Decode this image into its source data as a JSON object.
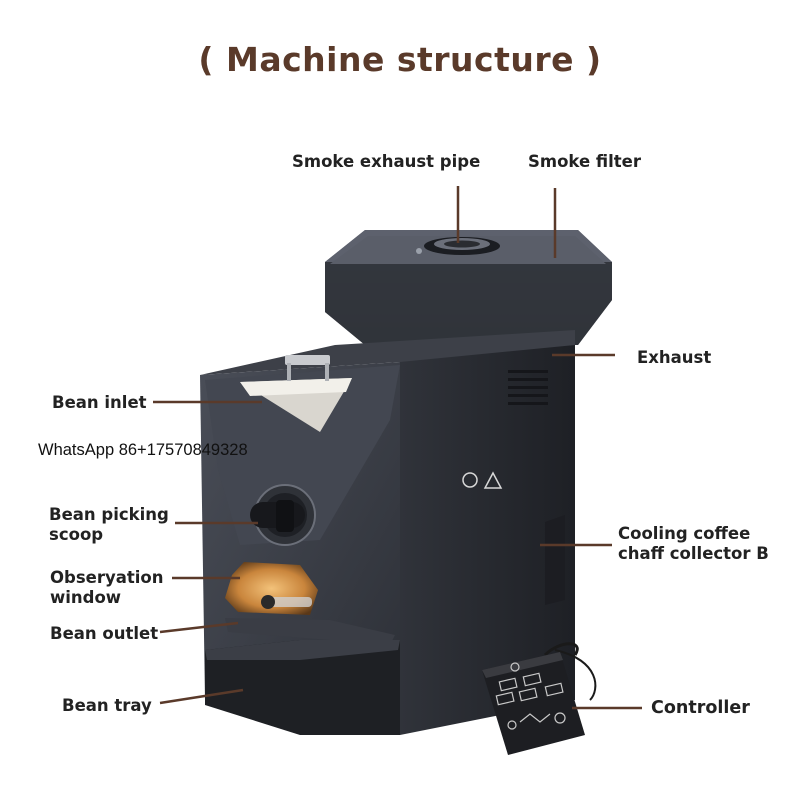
{
  "title": "( Machine structure )",
  "contact": "WhatsApp  86+17570849328",
  "labels": {
    "smoke_exhaust_pipe": "Smoke exhaust pipe",
    "smoke_filter": "Smoke filter",
    "exhaust": "Exhaust",
    "bean_inlet": "Bean inlet",
    "bean_picking_scoop": "Bean picking\nscoop",
    "cooling_chaff": "Cooling coffee\nchaff collector B",
    "observation_window": "Obseryation\nwindow",
    "bean_outlet": "Bean outlet",
    "bean_tray": "Bean tray",
    "controller": "Controller"
  },
  "colors": {
    "title": "#5a3a2a",
    "leader_line": "#5a3a2a",
    "machine_body": "#2b2d33",
    "glow": "#e0a050"
  }
}
